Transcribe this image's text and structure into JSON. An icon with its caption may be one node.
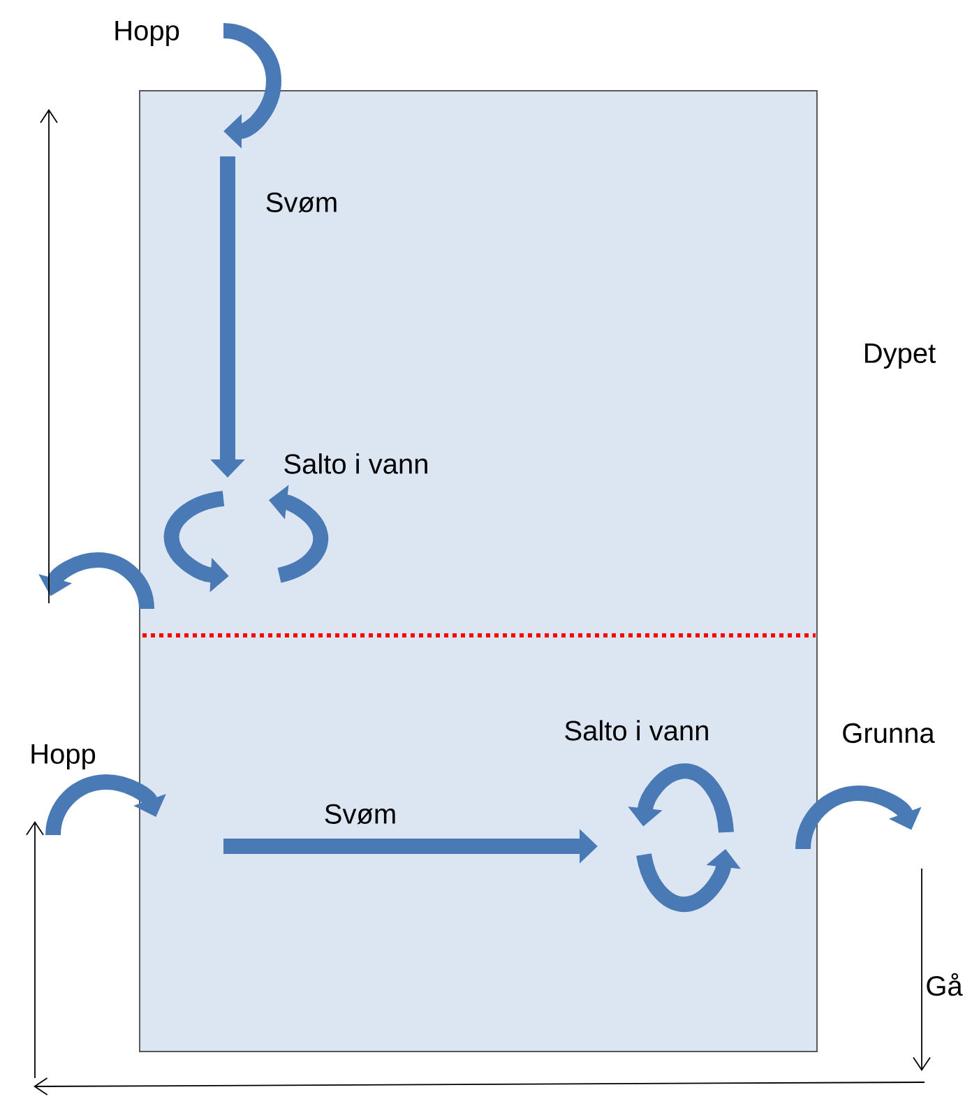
{
  "diagram": {
    "nodes": [
      {
        "text": [],
        "shape": "box"
      }
    ],
    "labels": [
      "Hopp",
      "Svøm",
      "Dypet",
      "Salto i vann",
      "Salto i vann",
      "Hopp",
      "Grunna",
      "Svøm",
      "Gå"
    ]
  }
}
